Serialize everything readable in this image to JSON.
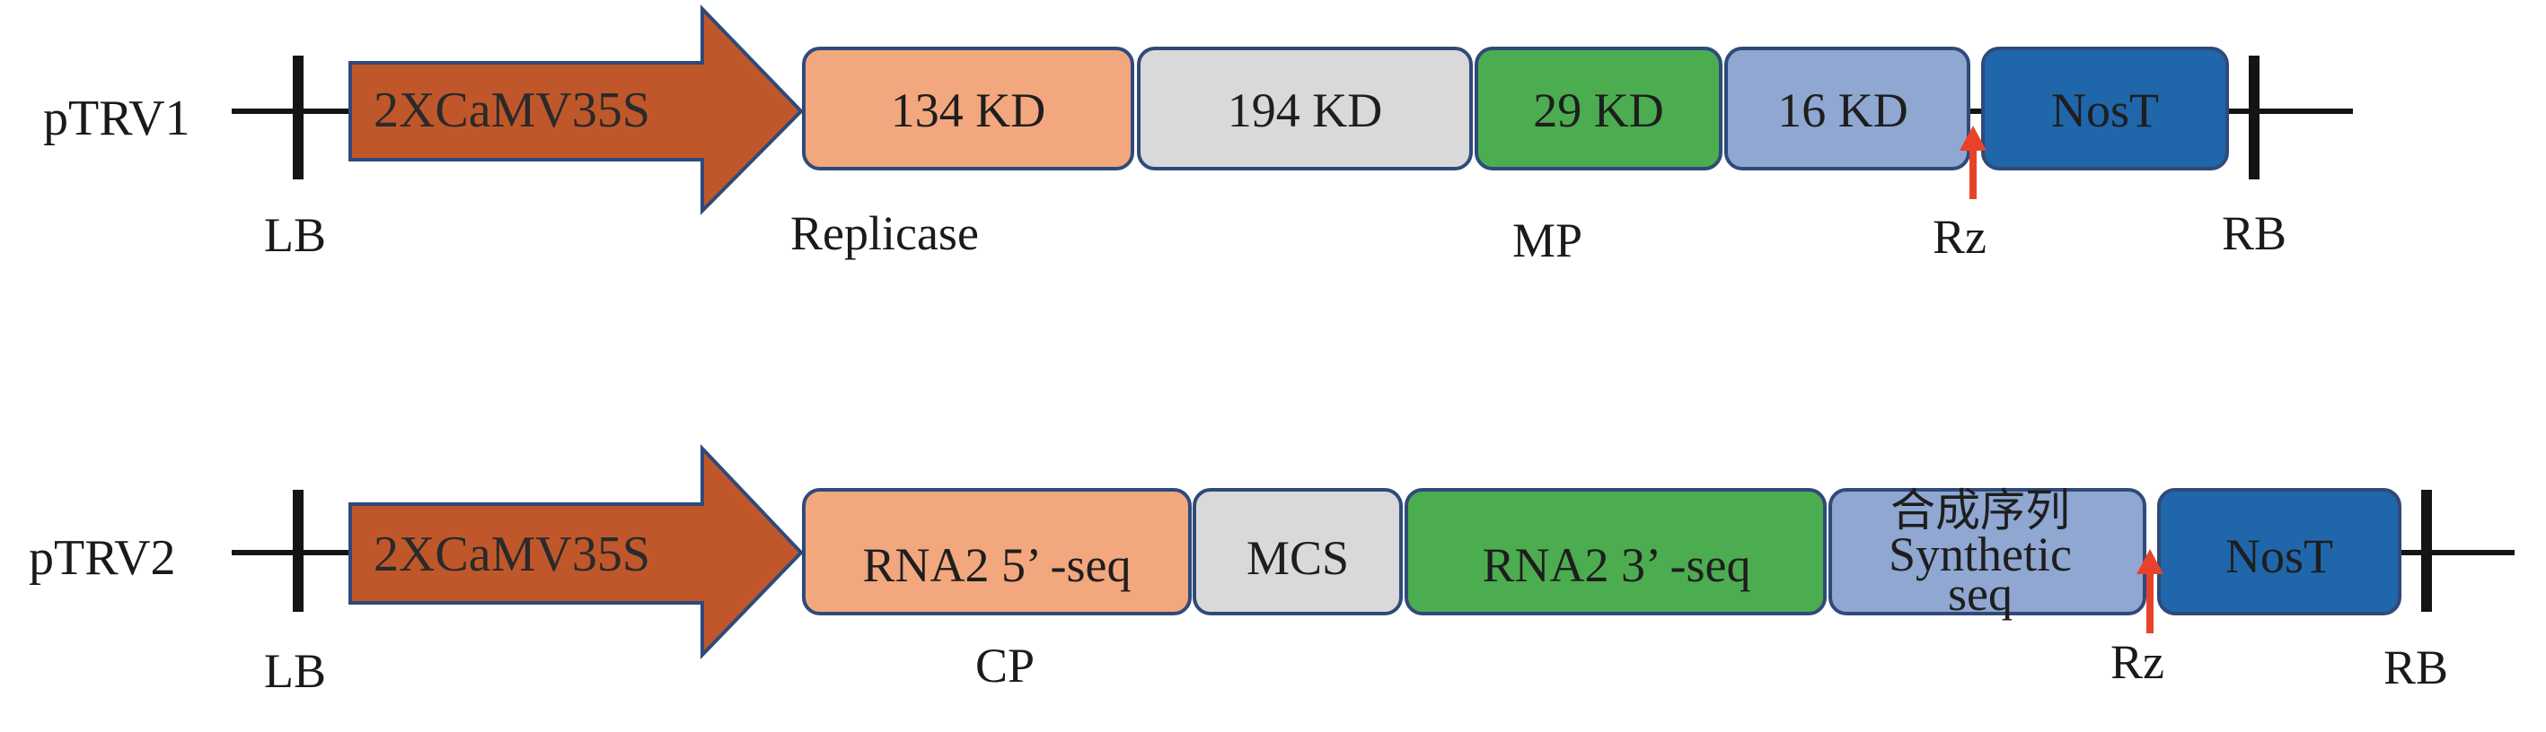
{
  "colors": {
    "promoter": "#C0572B",
    "promoter_stroke": "#2F4A7A",
    "salmon": "#F2A77E",
    "grey": "#D9D9D9",
    "green": "#4CAD50",
    "lavender": "#8FA7D1",
    "navy": "#1F66AA",
    "outline": "#2F4A7A",
    "line": "#141414",
    "arrow": "#E8432A"
  },
  "constructs": [
    {
      "name": "pTRV1",
      "promoter": "2XCaMV35S",
      "segments": [
        {
          "label": "134 KD",
          "color": "salmon"
        },
        {
          "label": "194 KD",
          "color": "grey"
        },
        {
          "label": "29 KD",
          "color": "green"
        },
        {
          "label": "16 KD",
          "color": "lavender"
        },
        {
          "label": "NosT",
          "color": "navy"
        }
      ],
      "left_border": "LB",
      "right_border": "RB",
      "annotations": [
        "Replicase",
        "MP"
      ],
      "ribozyme": "Rz"
    },
    {
      "name": "pTRV2",
      "promoter": "2XCaMV35S",
      "segments": [
        {
          "label": "RNA2 5’ -seq",
          "color": "salmon"
        },
        {
          "label": "MCS",
          "color": "grey"
        },
        {
          "label": "RNA2 3’ -seq",
          "color": "green"
        },
        {
          "label_zh": "合成序列",
          "label_line1": "Synthetic",
          "label_line2": "seq",
          "color": "lavender"
        },
        {
          "label": "NosT",
          "color": "navy"
        }
      ],
      "left_border": "LB",
      "right_border": "RB",
      "annotations": [
        "CP"
      ],
      "ribozyme": "Rz"
    }
  ]
}
